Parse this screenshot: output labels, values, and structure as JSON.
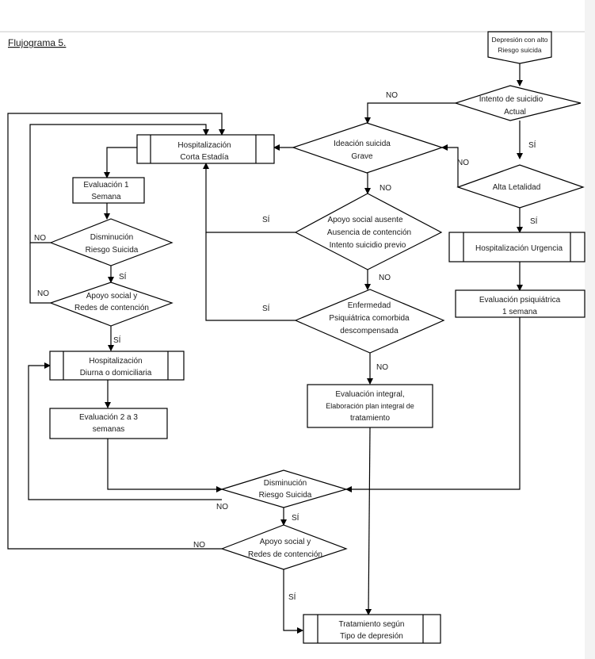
{
  "title": "Flujograma 5.",
  "nodes": {
    "start": [
      "Depresión con alto",
      "Riesgo suicida"
    ],
    "intento": [
      "Intento de suicidio",
      "Actual"
    ],
    "ideacion": [
      "Ideación  suicida",
      "Grave"
    ],
    "letalidad": [
      "Alta Letalidad"
    ],
    "hosp_corta": [
      "Hospitalización",
      "Corta Estadía"
    ],
    "eval1": [
      "Evaluación 1",
      "Semana"
    ],
    "apoyo_ausente": [
      "Apoyo social ausente",
      "Ausencia de contención",
      "Intento suicidio previo"
    ],
    "hosp_urgencia": [
      "Hospitalización Urgencia"
    ],
    "dism1": [
      "Disminución",
      "Riesgo Suicida"
    ],
    "apoyo1": [
      "Apoyo social y",
      "Redes de contención"
    ],
    "eval_psiq": [
      "Evaluación psiquiátrica",
      "1 semana"
    ],
    "enfermedad": [
      "Enfermedad",
      "Psiquiátrica comorbida",
      "descompensada"
    ],
    "hosp_diurna": [
      "Hospitalización",
      "Diurna o domiciliaria"
    ],
    "eval_integral": [
      "Evaluación integral,",
      "Elaboración plan integral de",
      "tratamiento"
    ],
    "eval23": [
      "Evaluación 2 a 3",
      "semanas"
    ],
    "dism2": [
      "Disminución",
      "Riesgo Suicida"
    ],
    "apoyo2": [
      "Apoyo social y",
      "Redes de contención"
    ],
    "tratamiento": [
      "Tratamiento según",
      "Tipo de depresión"
    ]
  },
  "edge_labels": {
    "no": "NO",
    "si": "SÍ"
  }
}
